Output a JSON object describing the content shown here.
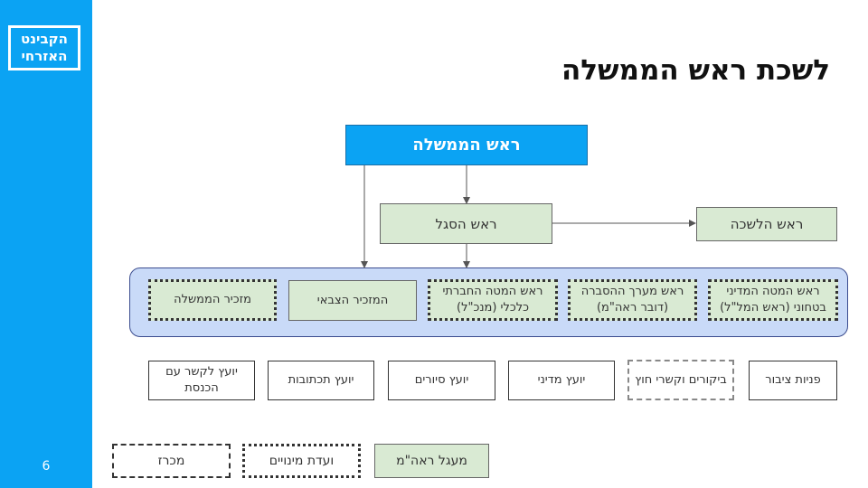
{
  "sidebar": {
    "logo_line1": "הקבינט",
    "logo_line2": "האזרחי",
    "page_number": "6"
  },
  "title": "לשכת ראש הממשלה",
  "org": {
    "prime_minister": "ראש הממשלה",
    "chief_of_staff": "ראש הסגל",
    "bureau_head": "ראש הלשכה"
  },
  "core": {
    "nsc_head": "ראש המטה המדיני בטחוני (ראש המל\"ל)",
    "comms_head": "ראש מערך ההסברה (דובר ראה\"מ)",
    "econ_head": "ראש המטה החברתי כלכלי  (מנכ\"ל)",
    "military_secretary": "המזכיר הצבאי",
    "gov_secretary": "מזכיר הממשלה"
  },
  "advisors": {
    "public_inquiries": "פניות ציבור",
    "visits_foreign": "ביקורים וקשרי חוץ",
    "policy_advisor": "יועץ מדיני",
    "tours_advisor": "יועץ סיורים",
    "correspondence_advisor": "יועץ תכתובות",
    "knesset_advisor": "יועץ לקשר עם הכנסת"
  },
  "legend": {
    "inner_circle": "מעגל ראה\"מ",
    "appointments_committee": "ועדת מינויים",
    "tender": "מכרז"
  },
  "colors": {
    "brand_blue": "#0ba3f3",
    "green": "#d9ead3",
    "panel_blue": "#c9daf8"
  }
}
